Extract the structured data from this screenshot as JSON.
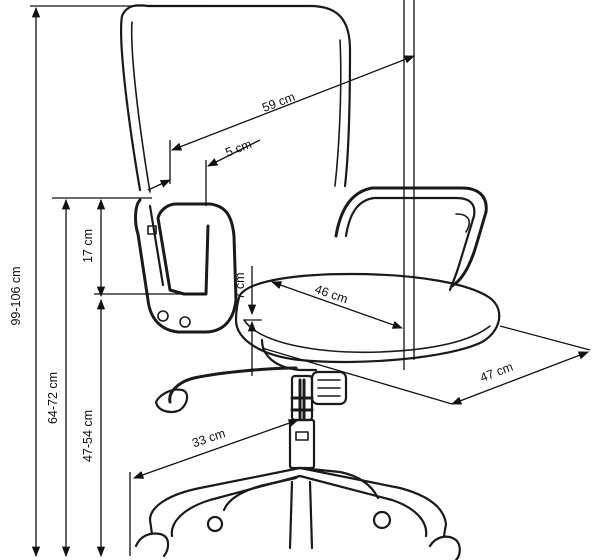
{
  "dimensions": {
    "total_height": "99-106 cm",
    "seat_to_floor_top": "64-72 cm",
    "seat_height": "47-54 cm",
    "armrest_height": "17 cm",
    "seat_thickness": "7 cm",
    "backrest_width": "59 cm",
    "backrest_gap": "5 cm",
    "seat_depth": "46 cm",
    "seat_width": "47 cm",
    "base_radius": "33 cm"
  }
}
